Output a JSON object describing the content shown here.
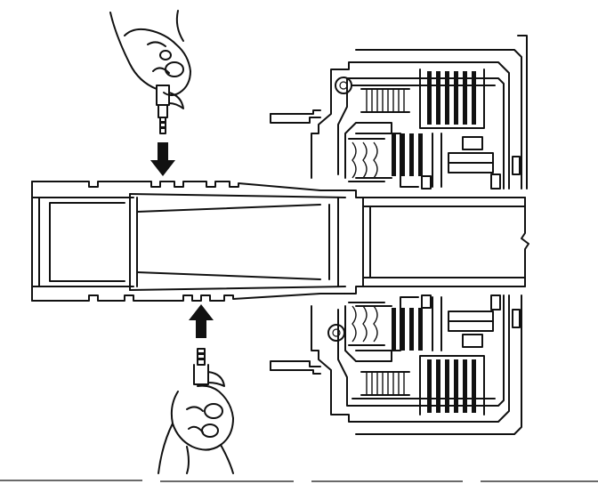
{
  "figure": {
    "type": "technical-illustration",
    "subject": "clutch-drum-assembly-cross-section",
    "tools": [
      "air-gun-upper",
      "air-gun-lower"
    ],
    "arrows": [
      {
        "name": "arrow-down",
        "direction": "down"
      },
      {
        "name": "arrow-up",
        "direction": "up"
      }
    ],
    "line_color": "#111111",
    "background_color": "#ffffff"
  }
}
